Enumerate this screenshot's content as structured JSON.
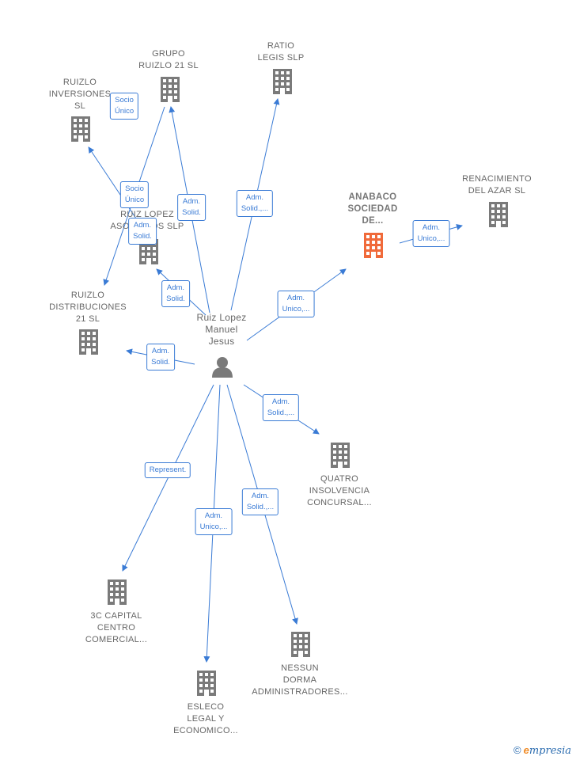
{
  "center": {
    "name": "Ruiz Lopez\nManuel\nJesus",
    "icon": "person-icon"
  },
  "colors": {
    "edge": "#3a7bd5",
    "building": "#7a7a7a",
    "highlight": "#f06a3a"
  },
  "companies": [
    {
      "id": "grupo",
      "name": "GRUPO\nRUIZLO 21  SL",
      "icon": "building-icon"
    },
    {
      "id": "ratio",
      "name": "RATIO\nLEGIS SLP",
      "icon": "building-icon"
    },
    {
      "id": "ruizlo_inv",
      "name": "RUIZLO\nINVERSIONES\nSL",
      "icon": "building-icon"
    },
    {
      "id": "ruizlopez_asoc",
      "name": "RUIZ LOPEZ\nASOCIADOS  SLP",
      "icon": "building-icon"
    },
    {
      "id": "anabaco",
      "name": "ANABACO\nSOCIEDAD\nDE...",
      "icon": "building-icon",
      "highlight": true
    },
    {
      "id": "renacimiento",
      "name": "RENACIMIENTO\nDEL AZAR  SL",
      "icon": "building-icon"
    },
    {
      "id": "ruizlo_dist",
      "name": "RUIZLO\nDISTRIBUCIONES\n21  SL",
      "icon": "building-icon"
    },
    {
      "id": "quatro",
      "name": "QUATRO\nINSOLVENCIA\nCONCURSAL...",
      "icon": "building-icon"
    },
    {
      "id": "tres_c",
      "name": "3C CAPITAL\nCENTRO\nCOMERCIAL...",
      "icon": "building-icon"
    },
    {
      "id": "nessun",
      "name": "NESSUN\nDORMA\nADMINISTRADORES...",
      "icon": "building-icon"
    },
    {
      "id": "esleco",
      "name": "ESLECO\nLEGAL Y\nECONOMICO...",
      "icon": "building-icon"
    }
  ],
  "relations": [
    {
      "id": "r_grupo",
      "label": "Adm.\nSolid."
    },
    {
      "id": "r_ratio",
      "label": "Adm.\nSolid.,..."
    },
    {
      "id": "r_asoc",
      "label": "Adm.\nSolid."
    },
    {
      "id": "r_anabaco",
      "label": "Adm.\nUnico,..."
    },
    {
      "id": "r_renac",
      "label": "Adm.\nUnico,..."
    },
    {
      "id": "r_dist",
      "label": "Adm.\nSolid."
    },
    {
      "id": "r_quatro",
      "label": "Adm.\nSolid.,..."
    },
    {
      "id": "r_3c",
      "label": "Represent."
    },
    {
      "id": "r_nessun",
      "label": "Adm.\nSolid.,..."
    },
    {
      "id": "r_esleco",
      "label": "Adm.\nUnico,..."
    },
    {
      "id": "r_socio1",
      "label": "Socio\nÚnico"
    },
    {
      "id": "r_socio2",
      "label": "Socio\nÚnico"
    },
    {
      "id": "r_asoc_adm",
      "label": "Adm.\nSolid."
    }
  ],
  "brand": {
    "copyright": "©",
    "initial": "e",
    "rest": "mpresia"
  }
}
